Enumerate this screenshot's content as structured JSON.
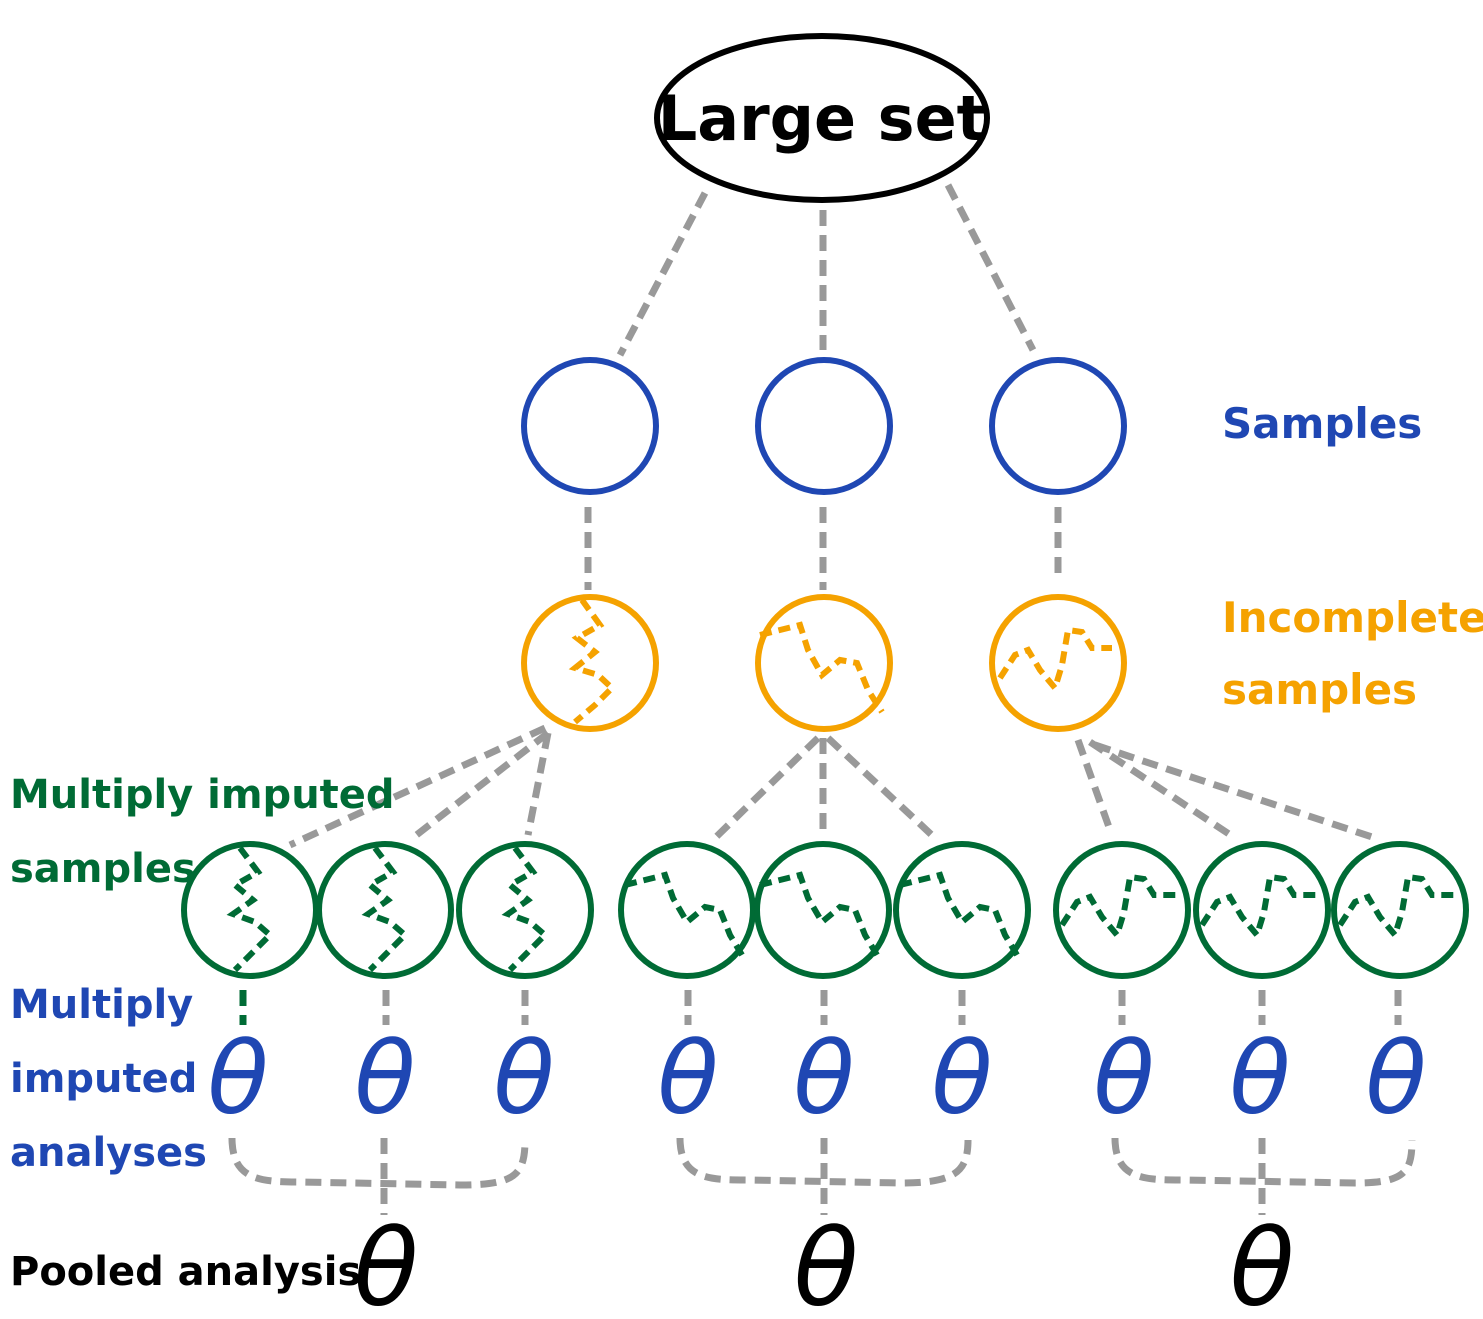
{
  "root_label": "Large set",
  "row_labels": {
    "samples": "Samples",
    "incomplete_line1": "Incomplete",
    "incomplete_line2": "samples",
    "imputed_line1": "Multiply imputed",
    "imputed_line2": "samples",
    "analyses_line1": "Multiply",
    "analyses_line2": "imputed",
    "analyses_line3": "analyses",
    "pooled": "Pooled analysis"
  },
  "theta_symbol": "θ",
  "colors": {
    "root": "#000000",
    "samples": "#1f47b3",
    "incomplete": "#f5a200",
    "imputed": "#006b35",
    "analyses": "#1f47b3",
    "pooled": "#000000",
    "connector": "#999999"
  },
  "groups": 3,
  "imputations_per_group": 3
}
